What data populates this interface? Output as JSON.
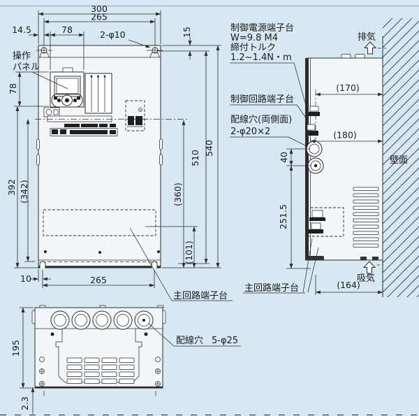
{
  "colors": {
    "background": "#d8e8f3",
    "line": "#2b2b2b",
    "body_fill": "#f1f6fa",
    "hatch": "#3c4a56"
  },
  "labels": {
    "operation_panel_line1": "操作",
    "operation_panel_line2": "パネル",
    "top_holes": "2-φ10",
    "control_power_terminal": "制御電源端子台",
    "control_power_washer": "W=9.8 M4",
    "control_power_torque_label": "締付トルク",
    "control_power_torque_value": "1.2~1.4N・m",
    "control_circuit_terminal": "制御回路端子台",
    "side_wiring_holes_line1": "配線穴(両側面)",
    "side_wiring_holes_line2": "2-φ20×2",
    "exhaust": "排気",
    "wall_surface": "壁面",
    "intake": "吸気",
    "main_circuit_terminal_front": "主回路端子台",
    "main_circuit_terminal_side": "主回路端子台",
    "bottom_wiring_holes_label": "配線穴",
    "bottom_wiring_holes_size": "5-φ25"
  },
  "dimensions": {
    "overall_width": "300",
    "mounting_width_top": "265",
    "edge_offset": "14.5",
    "panel_width": "78",
    "top_hole_offset": "15",
    "panel_height": "78",
    "lower_height": "392",
    "lower_height_ref": "(342)",
    "foot_offset": "10",
    "mounting_width_bottom": "265",
    "terminal_height_ref": "(360)",
    "terminal_bottom_ref": "(101)",
    "mounting_height": "510",
    "overall_height": "540",
    "side_depth_top_ref": "(170)",
    "side_depth_ref": "(180)",
    "side_hole_gap": "40",
    "side_lower_height": "251.5",
    "side_depth_bottom_ref": "(164)",
    "bottom_view_depth": "195",
    "base_thickness": "2.3"
  }
}
